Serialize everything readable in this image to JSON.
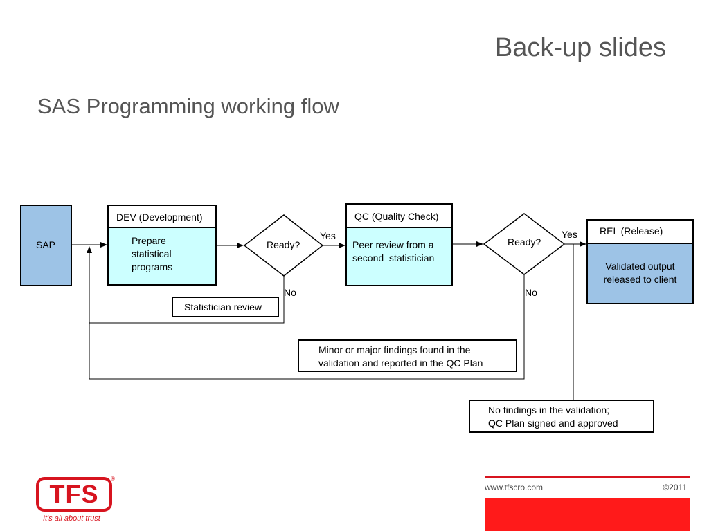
{
  "header": {
    "title": "Back-up slides"
  },
  "page": {
    "title": "SAS Programming working flow"
  },
  "diagram": {
    "sap": "SAP",
    "dev_title": "DEV (Development)",
    "dev_body": [
      "Prepare",
      "statistical",
      "programs"
    ],
    "ready1": "Ready?",
    "yes1": "Yes",
    "no1": "No",
    "statistician_review": "Statistician review",
    "qc_title": "QC (Quality Check)",
    "qc_body": [
      "Peer review from a",
      "second  statistician"
    ],
    "ready2": "Ready?",
    "yes2": "Yes",
    "no2": "No",
    "rel_title": "REL (Release)",
    "rel_body": [
      "Validated output",
      "released to client"
    ],
    "findings": [
      "Minor or major findings found in the",
      "validation and reported in the QC Plan"
    ],
    "no_findings": [
      "No findings in the validation;",
      "QC Plan signed and approved"
    ]
  },
  "footer": {
    "logo_text": "TFS",
    "registered": "®",
    "tagline": "It's all about trust",
    "url": "www.tfscro.com",
    "copyright": "©2011"
  },
  "colors": {
    "sap_fill": "#9dc3e6",
    "dev_fill": "#ccffff",
    "qc_fill": "#ccffff",
    "rel_fill": "#9dc3e6",
    "brand_red": "#d7141f",
    "title_gray": "#555555"
  }
}
